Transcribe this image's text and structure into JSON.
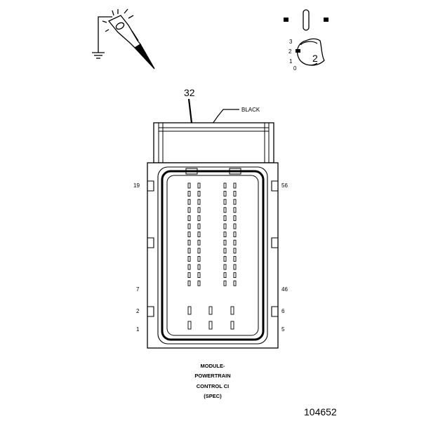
{
  "icons": {
    "probe": "test-probe-icon",
    "lock": "connector-lock-icon"
  },
  "lock_icon": {
    "big_number": "2",
    "steps": [
      "3",
      "2",
      "1",
      "0"
    ]
  },
  "connector": {
    "color_label": "BLACK",
    "callout": "32",
    "pin_labels": {
      "left": [
        "19",
        "7",
        "2",
        "1"
      ],
      "right": [
        "56",
        "46",
        "6",
        "5"
      ]
    },
    "caption": [
      "MODULE-",
      "POWERTRAIN",
      "CONTROL CI",
      "(SPEC)"
    ]
  },
  "figure_number": "104652"
}
